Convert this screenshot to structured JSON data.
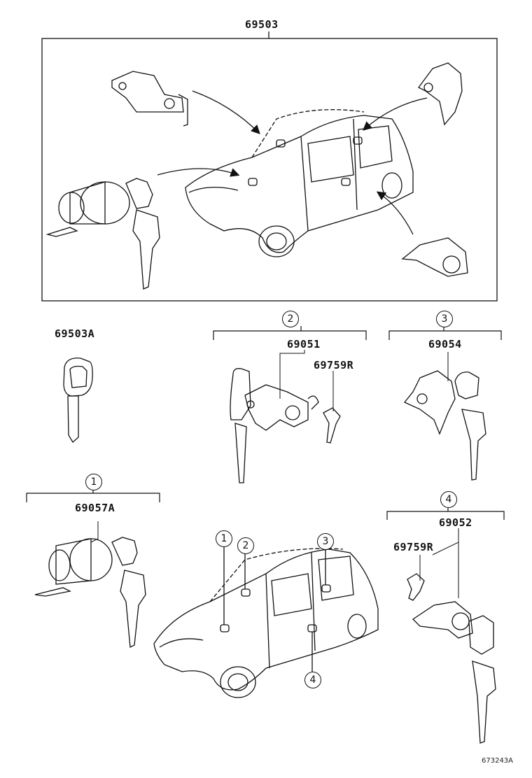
{
  "diagram": {
    "assembly_part": "69503",
    "labels": {
      "key_part": "69503A",
      "set_part": "69057A",
      "lock_part_2": "69051",
      "retainer_part_2": "69759R",
      "lock_part_3": "69054",
      "lock_part_4": "69052",
      "retainer_part_4": "69759R"
    },
    "callouts": {
      "c1": "1",
      "c2": "2",
      "c3": "3",
      "c4": "4"
    },
    "car_callouts": {
      "c1": "1",
      "c2": "2",
      "c3": "3",
      "c4": "4"
    },
    "reference_code": "673243A"
  }
}
